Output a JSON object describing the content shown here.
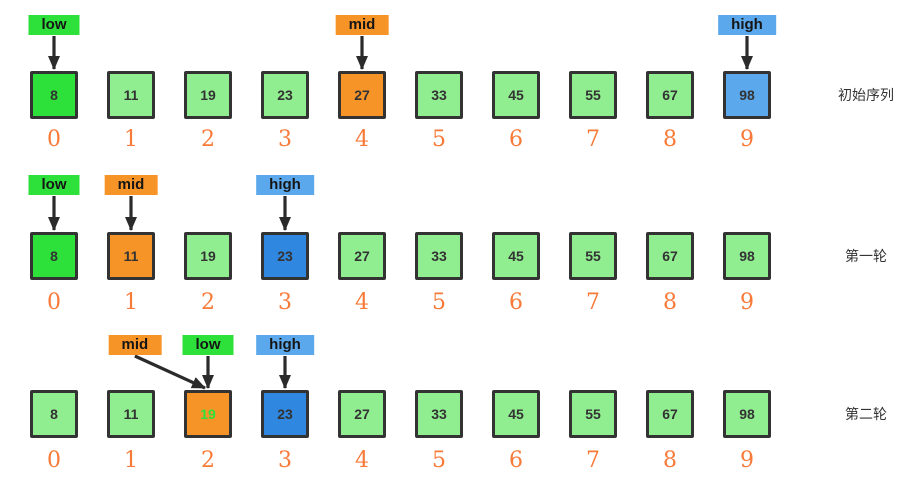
{
  "colors": {
    "light_green": "#90ee90",
    "bright_green": "#2ee03a",
    "orange": "#f79428",
    "light_blue": "#5ba9ec",
    "deep_blue": "#2f87e0",
    "index_orange": "#f87a38",
    "border": "#333333",
    "arrow": "#2b2b2b"
  },
  "indices": [
    "0",
    "1",
    "2",
    "3",
    "4",
    "5",
    "6",
    "7",
    "8",
    "9"
  ],
  "rows": [
    {
      "label": "初始序列",
      "cells": [
        {
          "value": "8",
          "fill": "bright_green"
        },
        {
          "value": "11",
          "fill": "light_green"
        },
        {
          "value": "19",
          "fill": "light_green"
        },
        {
          "value": "23",
          "fill": "light_green"
        },
        {
          "value": "27",
          "fill": "orange"
        },
        {
          "value": "33",
          "fill": "light_green"
        },
        {
          "value": "45",
          "fill": "light_green"
        },
        {
          "value": "55",
          "fill": "light_green"
        },
        {
          "value": "67",
          "fill": "light_green"
        },
        {
          "value": "98",
          "fill": "light_blue"
        }
      ],
      "pointers": [
        {
          "text": "low",
          "fill": "bright_green",
          "label_col": 0,
          "target_col": 0
        },
        {
          "text": "mid",
          "fill": "orange",
          "label_col": 4,
          "target_col": 4
        },
        {
          "text": "high",
          "fill": "light_blue",
          "label_col": 9,
          "target_col": 9
        }
      ]
    },
    {
      "label": "第一轮",
      "cells": [
        {
          "value": "8",
          "fill": "bright_green"
        },
        {
          "value": "11",
          "fill": "orange"
        },
        {
          "value": "19",
          "fill": "light_green"
        },
        {
          "value": "23",
          "fill": "deep_blue"
        },
        {
          "value": "27",
          "fill": "light_green"
        },
        {
          "value": "33",
          "fill": "light_green"
        },
        {
          "value": "45",
          "fill": "light_green"
        },
        {
          "value": "55",
          "fill": "light_green"
        },
        {
          "value": "67",
          "fill": "light_green"
        },
        {
          "value": "98",
          "fill": "light_green"
        }
      ],
      "pointers": [
        {
          "text": "low",
          "fill": "bright_green",
          "label_col": 0,
          "target_col": 0
        },
        {
          "text": "mid",
          "fill": "orange",
          "label_col": 1,
          "target_col": 1
        },
        {
          "text": "high",
          "fill": "light_blue",
          "label_col": 3,
          "target_col": 3
        }
      ]
    },
    {
      "label": "第二轮",
      "cells": [
        {
          "value": "8",
          "fill": "light_green"
        },
        {
          "value": "11",
          "fill": "light_green"
        },
        {
          "value": "19",
          "fill": "orange",
          "value_color": "bright_green"
        },
        {
          "value": "23",
          "fill": "deep_blue"
        },
        {
          "value": "27",
          "fill": "light_green"
        },
        {
          "value": "33",
          "fill": "light_green"
        },
        {
          "value": "45",
          "fill": "light_green"
        },
        {
          "value": "55",
          "fill": "light_green"
        },
        {
          "value": "67",
          "fill": "light_green"
        },
        {
          "value": "98",
          "fill": "light_green"
        }
      ],
      "pointers": [
        {
          "text": "mid",
          "fill": "orange",
          "label_col": 1.05,
          "target_col": 2
        },
        {
          "text": "low",
          "fill": "bright_green",
          "label_col": 2,
          "target_col": 2
        },
        {
          "text": "high",
          "fill": "light_blue",
          "label_col": 3,
          "target_col": 3
        }
      ]
    }
  ]
}
